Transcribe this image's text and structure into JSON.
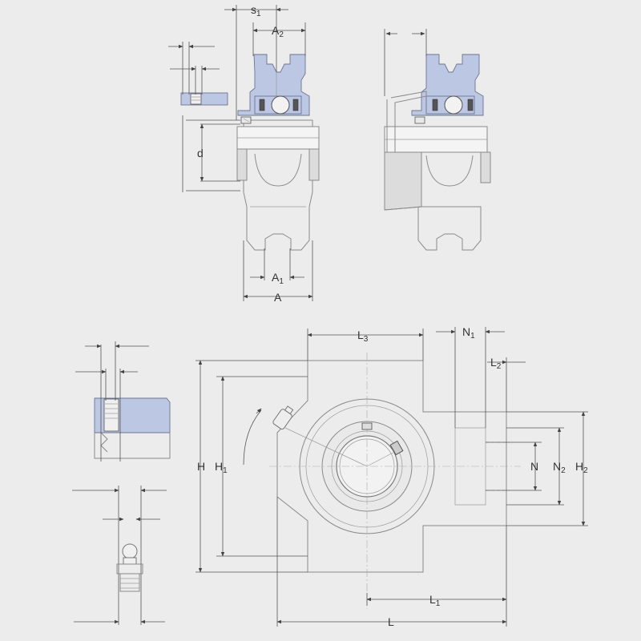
{
  "labels": {
    "s1": {
      "main": "s",
      "sub": "1"
    },
    "a2": {
      "main": "A",
      "sub": "2"
    },
    "d": {
      "main": "d"
    },
    "a1": {
      "main": "A",
      "sub": "1"
    },
    "a": {
      "main": "A"
    },
    "l3": {
      "main": "L",
      "sub": "3"
    },
    "n1": {
      "main": "N",
      "sub": "1"
    },
    "l2": {
      "main": "L",
      "sub": "2"
    },
    "h": {
      "main": "H"
    },
    "h1": {
      "main": "H",
      "sub": "1"
    },
    "n": {
      "main": "N"
    },
    "n2": {
      "main": "N",
      "sub": "2"
    },
    "h2": {
      "main": "H",
      "sub": "2"
    },
    "l1": {
      "main": "L",
      "sub": "1"
    },
    "l": {
      "main": "L"
    }
  },
  "colors": {
    "background": "#ececec",
    "housing_section": "#bcc7e3",
    "line": "#8a8a8a",
    "dimension": "#555555"
  }
}
